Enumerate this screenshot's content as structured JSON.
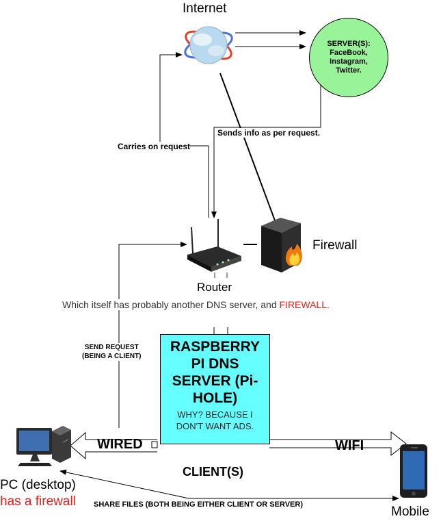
{
  "internet": {
    "label": "Internet",
    "icon": "globe-icon"
  },
  "server": {
    "text": "SERVER(S):\nFaceBook,\nInstagram,\nTwitter.",
    "color": "#99f399"
  },
  "edges": {
    "carries_on_request": "Carries on request",
    "sends_info": "Sends info as per request.",
    "send_request": "SEND REQUEST\n(BEING A CLIENT)",
    "share_files": "SHARE FILES (BOTH BEING EITHER CLIENT OR SERVER)"
  },
  "router": {
    "label": "Router",
    "icon": "router-icon"
  },
  "firewall": {
    "label": "Firewall",
    "icon": "firewall-icon"
  },
  "note": {
    "text": "Which itself has probably another DNS server, and ",
    "highlight": "FIREWALL",
    "end": "."
  },
  "pihole": {
    "title": "RASPBERRY\nPI DNS\nSERVER (Pi-\nHOLE)",
    "subtitle": "WHY?  BECAUSE I\nDON'T WANT ADS.",
    "color": "#66ffff"
  },
  "connections": {
    "wired": "WIRED",
    "wifi": "WIFI"
  },
  "clients_label": "CLIENT(S)",
  "pc": {
    "label": "PC (desktop)",
    "firewall_note": "has a firewall",
    "icon": "desktop-pc-icon"
  },
  "mobile": {
    "label": "Mobile",
    "icon": "mobile-phone-icon"
  },
  "colors": {
    "accent_red": "#e0201a"
  }
}
